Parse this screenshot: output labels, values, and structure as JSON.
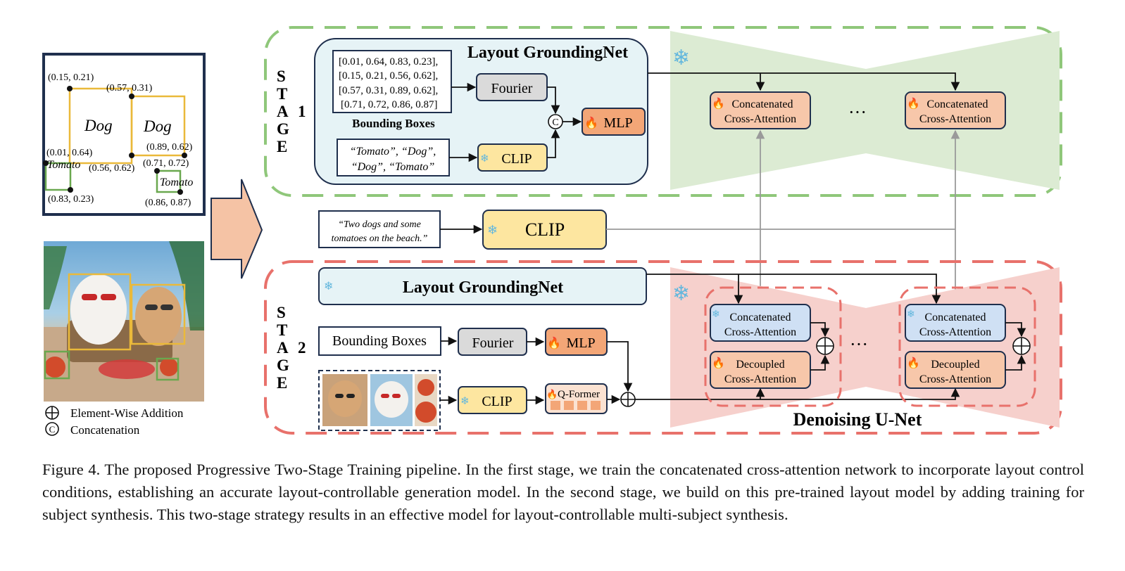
{
  "layout_panel": {
    "points": [
      "(0.15, 0.21)",
      "(0.57, 0.31)",
      "(0.01, 0.64)",
      "(0.56, 0.62)",
      "(0.89, 0.62)",
      "(0.71, 0.72)",
      "(0.83, 0.23)",
      "(0.86, 0.87)"
    ],
    "labels": [
      "Dog",
      "Dog",
      "Tomato",
      "Tomato"
    ]
  },
  "legend": {
    "addition": "Element-Wise Addition",
    "concatenation": "Concatenation",
    "concat_symbol": "C"
  },
  "stage1": {
    "stage_letters": [
      "S",
      "T",
      "A",
      "G",
      "E"
    ],
    "stage_number": "1",
    "grounding_title": "Layout GroundingNet",
    "bbox_lines": [
      "[0.01, 0.64, 0.83, 0.23],",
      "[0.15, 0.21, 0.56, 0.62],",
      "[0.57, 0.31, 0.89, 0.62],",
      "[0.71, 0.72, 0.86, 0.87]"
    ],
    "bbox_caption": "Bounding Boxes",
    "phrase_lines": [
      "“Tomato”, “Dog”,",
      "“Dog”, “Tomato”"
    ],
    "fourier": "Fourier",
    "clip": "CLIP",
    "mlp": "MLP",
    "cross_attn": [
      "Concatenated",
      "Cross-Attention"
    ],
    "ellipsis": "···"
  },
  "middle": {
    "prompt_lines": [
      "“Two dogs and some",
      "tomatoes on the beach.”"
    ],
    "clip": "CLIP"
  },
  "stage2": {
    "stage_letters": [
      "S",
      "T",
      "A",
      "G",
      "E"
    ],
    "stage_number": "2",
    "grounding_title": "Layout GroundingNet",
    "bbox_label": "Bounding Boxes",
    "fourier": "Fourier",
    "mlp": "MLP",
    "clip": "CLIP",
    "qformer": "Q-Former",
    "cross_attn": [
      "Concatenated",
      "Cross-Attention"
    ],
    "decoupled_attn": [
      "Decoupled",
      "Cross-Attention"
    ],
    "ellipsis": "···",
    "unet_title": "Denoising U-Net"
  },
  "colors": {
    "stage1_border": "#8fc77a",
    "stage2_border": "#e8716b",
    "unet1_fill": "#dcebd3",
    "unet2_fill": "#f6d0cc",
    "grounding_fill": "#e6f3f6",
    "clip_fill": "#fde6a0",
    "mlp_fill": "#f3a677",
    "attn_fill": "#f7c7aa",
    "attn_blue_fill": "#cfe0f4",
    "fourier_fill": "#dadada",
    "bbox_yellow": "#eab93a",
    "bbox_green": "#6aa84f"
  },
  "caption": "Figure 4.  The proposed Progressive Two-Stage Training pipeline.  In the first stage, we train the concatenated cross-attention network to incorporate layout control conditions, establishing an accurate layout-controllable generation model.  In the second stage, we build on this pre-trained layout model by adding training for subject synthesis.  This two-stage strategy results in an effective model for layout-controllable multi-subject synthesis."
}
